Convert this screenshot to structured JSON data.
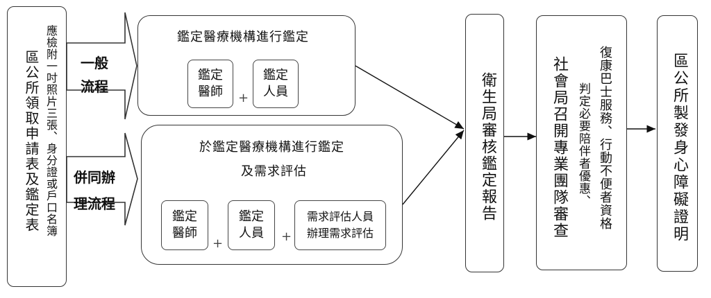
{
  "start_box": {
    "main": "區公所領取申請表及鑑定表",
    "sub": "應檢附一吋照片三張、身分證或戶口名簿"
  },
  "branch_general": {
    "label_line1": "一般",
    "label_line2": "流程",
    "title": "鑑定醫療機構進行鑑定",
    "items": [
      {
        "line1": "鑑定",
        "line2": "醫師"
      },
      {
        "line1": "鑑定",
        "line2": "人員"
      }
    ],
    "plus": "+"
  },
  "branch_combined": {
    "label_line1": "併同辦",
    "label_line2": "理流程",
    "title_line1": "於鑑定醫療機構進行鑑定",
    "title_line2": "及需求評估",
    "items": [
      {
        "line1": "鑑定",
        "line2": "醫師"
      },
      {
        "line1": "鑑定",
        "line2": "人員"
      },
      {
        "line1": "需求評估人員",
        "line2": "辦理需求評估"
      }
    ],
    "plus": "+"
  },
  "review_box": {
    "text": "衛生局審核鑑定報告"
  },
  "committee_box": {
    "main": "社會局召開專業團隊審查",
    "sub_line1": "復康巴士服務、行動不便者資格",
    "sub_line2": "判定必要陪伴者優惠、"
  },
  "final_box": {
    "text": "區公所製發身心障礙證明"
  }
}
